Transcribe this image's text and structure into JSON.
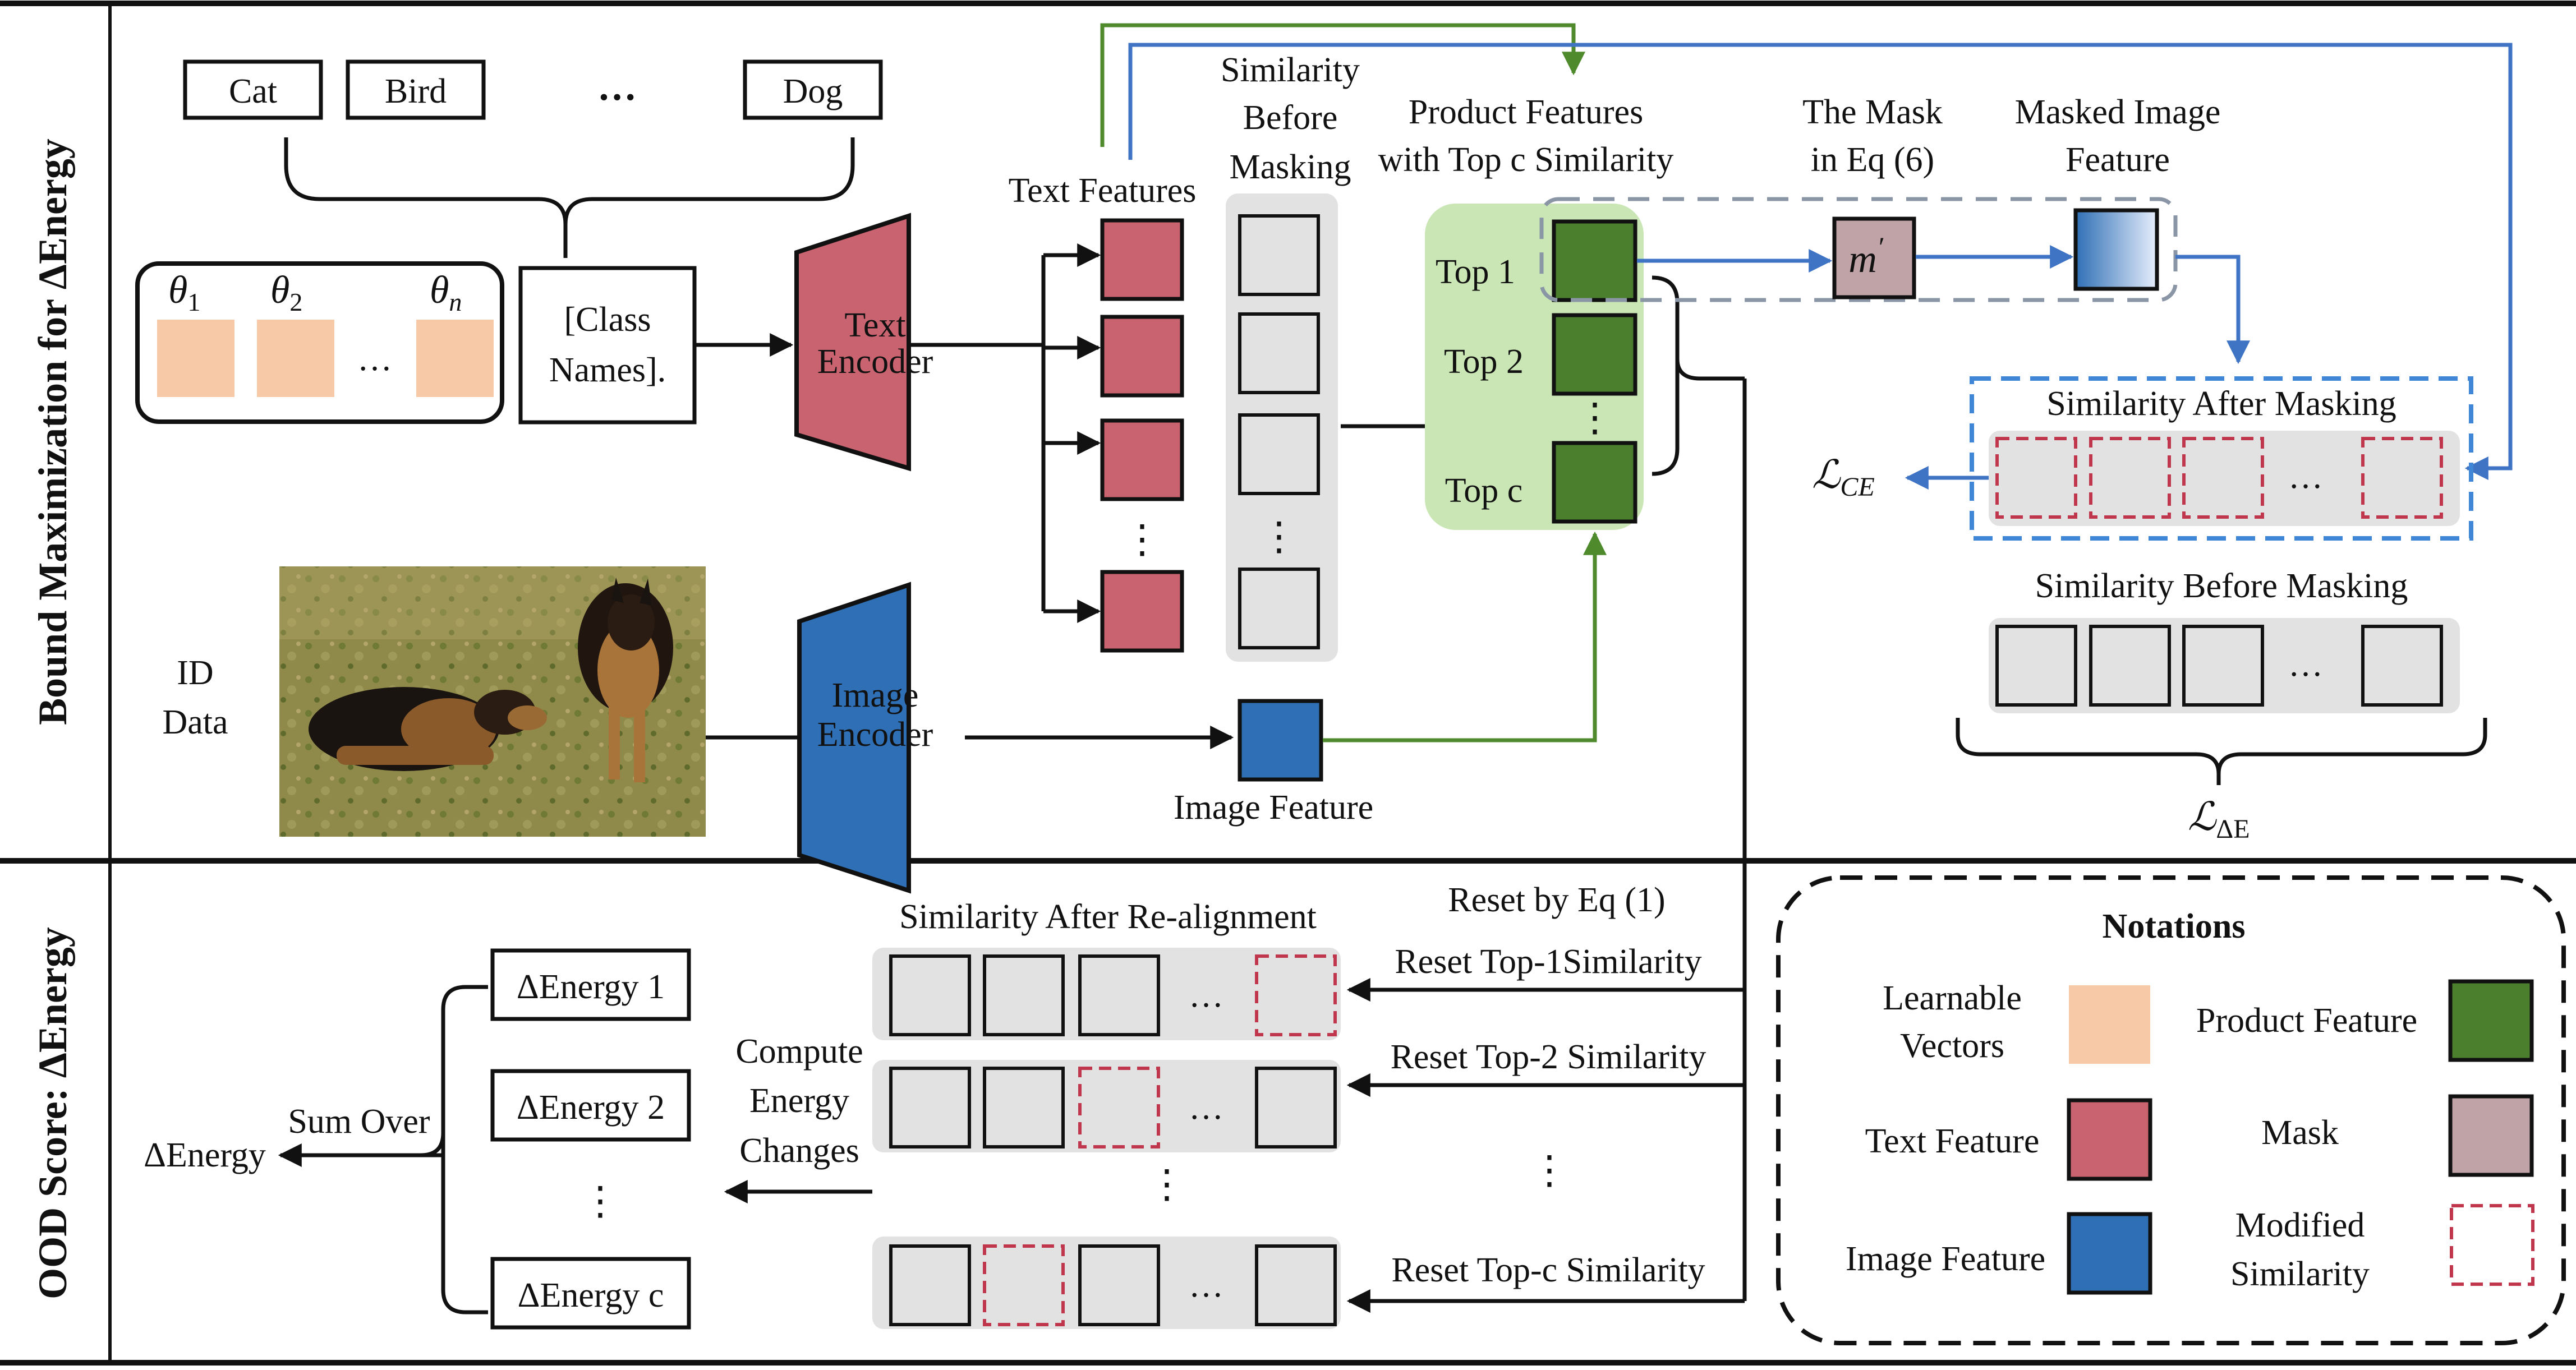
{
  "section_titles": {
    "top": "Bound Maximization for ΔEnergy",
    "bottom": "OOD Score: ΔEnergy"
  },
  "classes": [
    "Cat",
    "Bird",
    "…",
    "Dog"
  ],
  "prompt": {
    "theta_1": "θ",
    "theta_1_sub": "1",
    "theta_2": "θ",
    "theta_2_sub": "2",
    "theta_n": "θ",
    "theta_n_sub": "n",
    "ellipsis": "…",
    "class_names_line1": "[Class",
    "class_names_line2": "Names]."
  },
  "encoders": {
    "text_line1": "Text",
    "text_line2": "Encoder",
    "image_line1": "Image",
    "image_line2": "Encoder"
  },
  "id_data": {
    "line1": "ID",
    "line2": "Data"
  },
  "labels": {
    "text_features": "Text Features",
    "sim_before_line1": "Similarity",
    "sim_before_line2": "Before",
    "sim_before_line3": "Masking",
    "product_line1": "Product Features",
    "product_line2": "with Top c Similarity",
    "mask_line1": "The Mask",
    "mask_line2": "in Eq (6)",
    "masked_line1": "Masked Image",
    "masked_line2": "Feature",
    "image_feature": "Image Feature",
    "top1": "Top 1",
    "top2": "Top 2",
    "topc": "Top c",
    "mask_symbol": "m",
    "mask_prime": "′",
    "sim_after_masking": "Similarity After Masking",
    "sim_before_masking": "Similarity Before Masking",
    "loss_ce": "ℒ",
    "loss_ce_sub": "CE",
    "loss_de": "ℒ",
    "loss_de_sub": "ΔE",
    "vdots": "⋮",
    "ellipsis": "…"
  },
  "bottom": {
    "sim_after_realign": "Similarity After Re-alignment",
    "reset_by_eq": "Reset by Eq (1)",
    "reset_top1": "Reset Top-1Similarity",
    "reset_top2": "Reset Top-2 Similarity",
    "reset_topc": "Reset Top-c Similarity",
    "compute_line1": "Compute",
    "compute_line2": "Energy",
    "compute_line3": "Changes",
    "energy1": "ΔEnergy 1",
    "energy2": "ΔEnergy 2",
    "energyc": "ΔEnergy c",
    "sum_over": "Sum Over",
    "delta_energy": "ΔEnergy",
    "vdots": "⋮",
    "ellipsis": "…"
  },
  "notations": {
    "title": "Notations",
    "learnable_line1": "Learnable",
    "learnable_line2": "Vectors",
    "product_feature": "Product Feature",
    "text_feature": "Text Feature",
    "mask": "Mask",
    "image_feature": "Image Feature",
    "modified_line1": "Modified",
    "modified_line2": "Similarity"
  },
  "colors": {
    "learnable": "#f7c9a6",
    "text_feature": "#c96370",
    "product_feature": "#4b7f2d",
    "mask": "#bfa3a7",
    "image_feature": "#2f6fb5",
    "similarity": "#e2e2e2",
    "modified_border": "#c0374d",
    "green_panel": "#c9e6b4",
    "green_arrow": "#4f8a2d",
    "blue_arrow": "#3f73c4"
  }
}
